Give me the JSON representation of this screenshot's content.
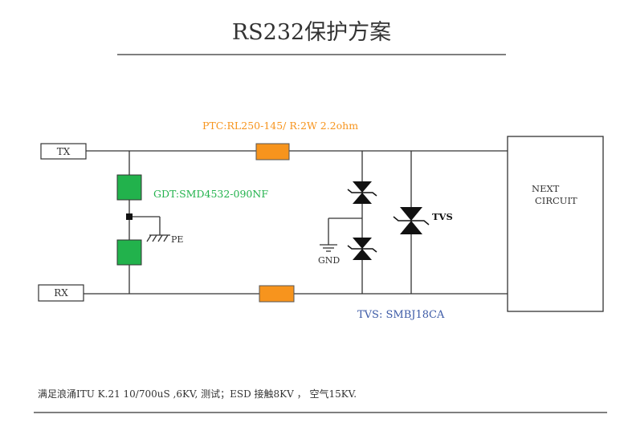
{
  "title": "RS232保护方案",
  "ports": {
    "tx": "TX",
    "rx": "RX"
  },
  "labels": {
    "ptc": "PTC:RL250-145/ R:2W 2.2ohm",
    "gdt": "GDT:SMD4532-090NF",
    "pe": "PE",
    "gnd": "GND",
    "tvs_small": "TVS",
    "tvs_part": "TVS: SMBJ18CA",
    "next_line1": "NEXT",
    "next_line2": "CIRCUIT"
  },
  "footer_note": "满足浪涌ITU  K.21   10/700uS ,6KV, 测试；ESD  接触8KV ， 空气15KV.",
  "colors": {
    "ptc": "#F7941D",
    "gdt": "#22B24C",
    "ptc_text": "#F7941D",
    "gdt_text": "#22B24C",
    "tvs_text": "#3C5AA6",
    "wire": "#333333"
  }
}
